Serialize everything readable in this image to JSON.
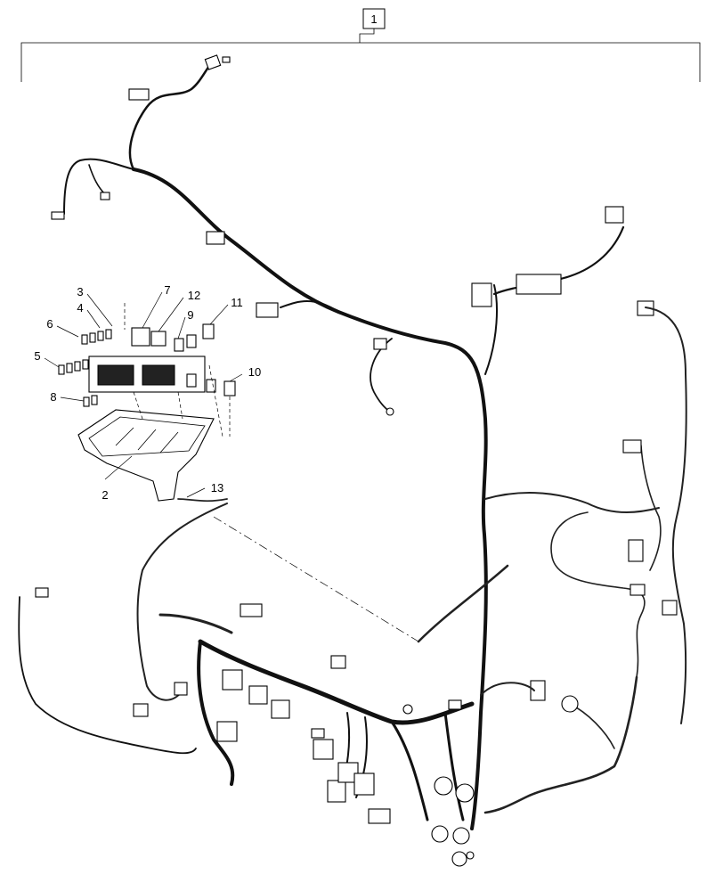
{
  "diagram": {
    "assembly_callout": "1",
    "callouts": [
      {
        "id": "c2",
        "label": "2"
      },
      {
        "id": "c3",
        "label": "3"
      },
      {
        "id": "c4",
        "label": "4"
      },
      {
        "id": "c5",
        "label": "5"
      },
      {
        "id": "c6",
        "label": "6"
      },
      {
        "id": "c7",
        "label": "7"
      },
      {
        "id": "c8",
        "label": "8"
      },
      {
        "id": "c9",
        "label": "9"
      },
      {
        "id": "c10",
        "label": "10"
      },
      {
        "id": "c11",
        "label": "11"
      },
      {
        "id": "c12",
        "label": "12"
      },
      {
        "id": "c13",
        "label": "13"
      }
    ]
  }
}
